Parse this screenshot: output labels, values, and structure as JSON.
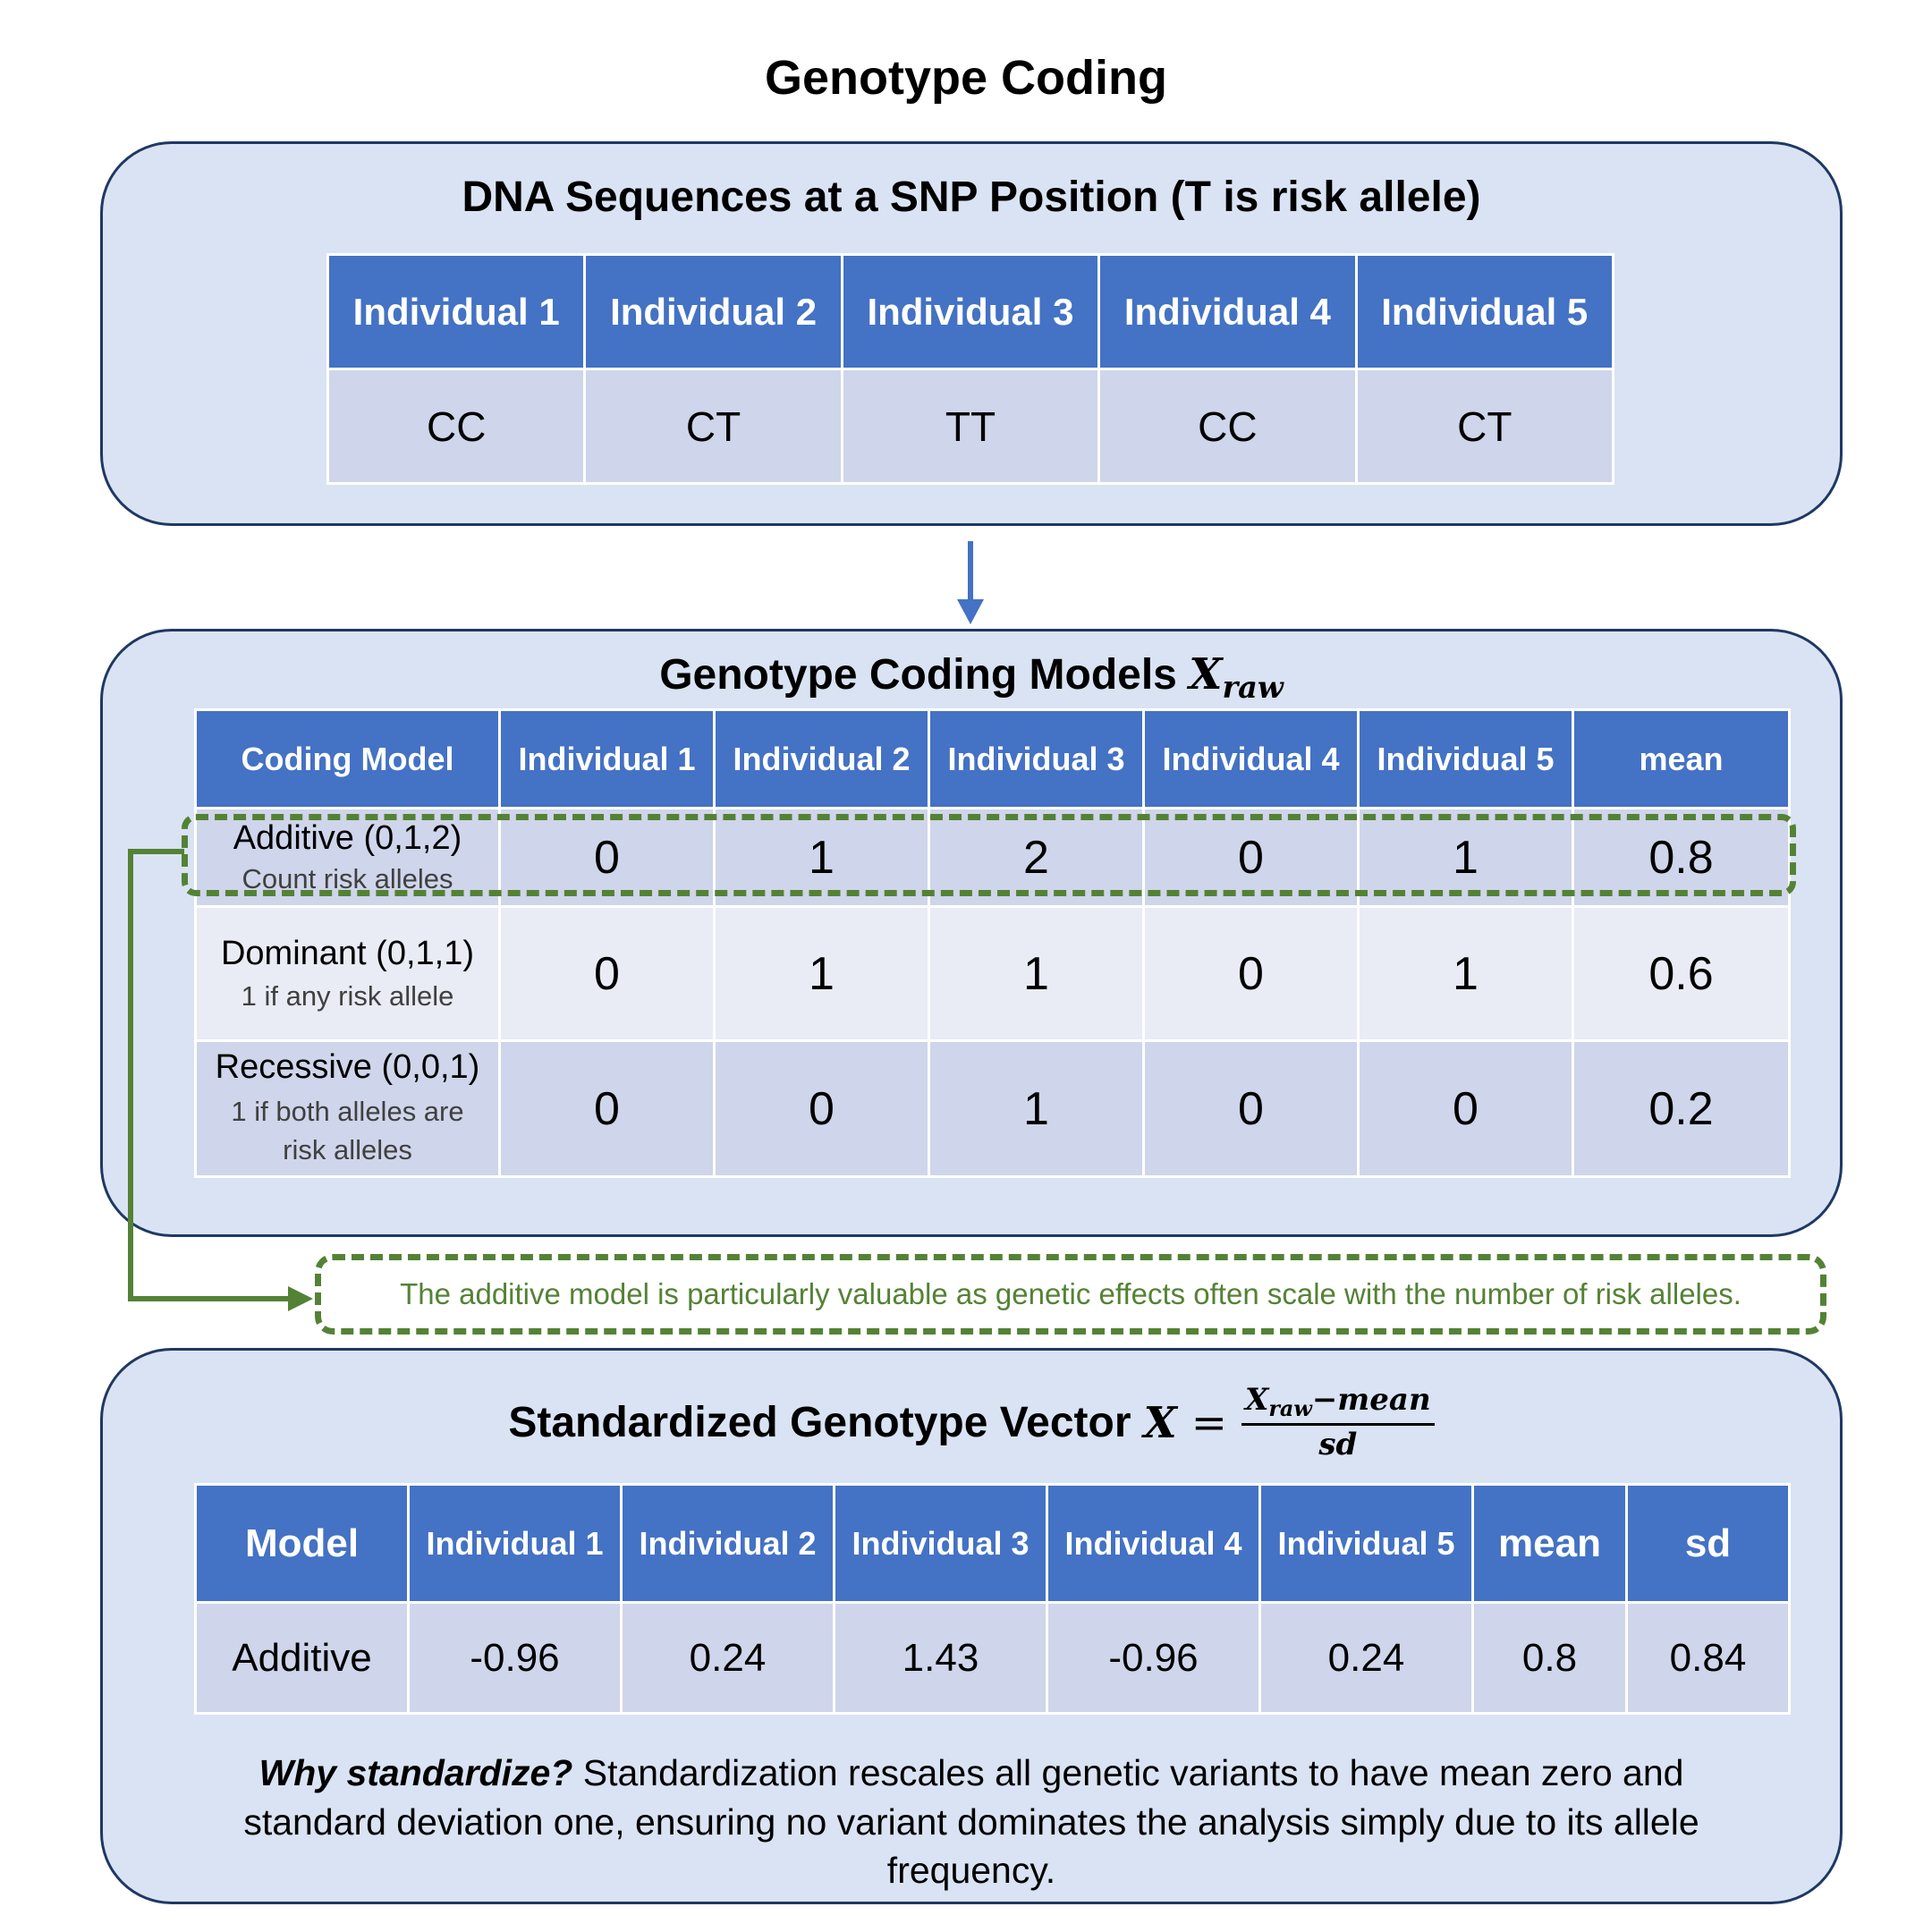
{
  "title": "Genotype Coding",
  "dna_panel": {
    "title": "DNA Sequences at a SNP Position (T is risk allele)",
    "headers": [
      "Individual 1",
      "Individual 2",
      "Individual 3",
      "Individual 4",
      "Individual 5"
    ],
    "values": [
      "CC",
      "CT",
      "TT",
      "CC",
      "CT"
    ]
  },
  "models_panel": {
    "title_text": "Genotype Coding Models",
    "title_var": "X",
    "title_sub": "raw",
    "headers": [
      "Coding Model",
      "Individual 1",
      "Individual 2",
      "Individual 3",
      "Individual 4",
      "Individual 5",
      "mean"
    ],
    "rows": [
      {
        "name": "Additive (0,1,2)",
        "desc": "Count risk alleles",
        "values": [
          "0",
          "1",
          "2",
          "0",
          "1"
        ],
        "mean": "0.8"
      },
      {
        "name": "Dominant (0,1,1)",
        "desc": "1 if any risk allele",
        "values": [
          "0",
          "1",
          "1",
          "0",
          "1"
        ],
        "mean": "0.6"
      },
      {
        "name": "Recessive (0,0,1)",
        "desc": "1 if both alleles are risk alleles",
        "values": [
          "0",
          "0",
          "1",
          "0",
          "0"
        ],
        "mean": "0.2"
      }
    ]
  },
  "callout": {
    "text": "The additive model is particularly valuable as genetic effects often scale with the number of risk alleles.",
    "color": "#548235"
  },
  "standardized_panel": {
    "title_text": "Standardized Genotype Vector",
    "formula_var": "X",
    "formula_eq": "=",
    "formula_num_var": "X",
    "formula_num_sub": "raw",
    "formula_num_rest": "−mean",
    "formula_den": "sd",
    "headers": [
      "Model",
      "Individual 1",
      "Individual 2",
      "Individual 3",
      "Individual 4",
      "Individual 5",
      "mean",
      "sd"
    ],
    "row": {
      "model": "Additive",
      "values": [
        "-0.96",
        "0.24",
        "1.43",
        "-0.96",
        "0.24"
      ],
      "mean": "0.8",
      "sd": "0.84"
    },
    "note_bold": "Why standardize?",
    "note_text": " Standardization rescales all genetic variants to have mean zero and standard deviation one, ensuring no variant dominates the analysis simply due to its allele frequency."
  },
  "colors": {
    "panel_fill": "#dae3f3",
    "panel_border": "#1f3864",
    "header_blue": "#4472c4",
    "cell_shade": "#cfd5ea",
    "cell_light": "#e9ebf5",
    "arrow_blue": "#4472c4",
    "callout_green": "#548235"
  }
}
